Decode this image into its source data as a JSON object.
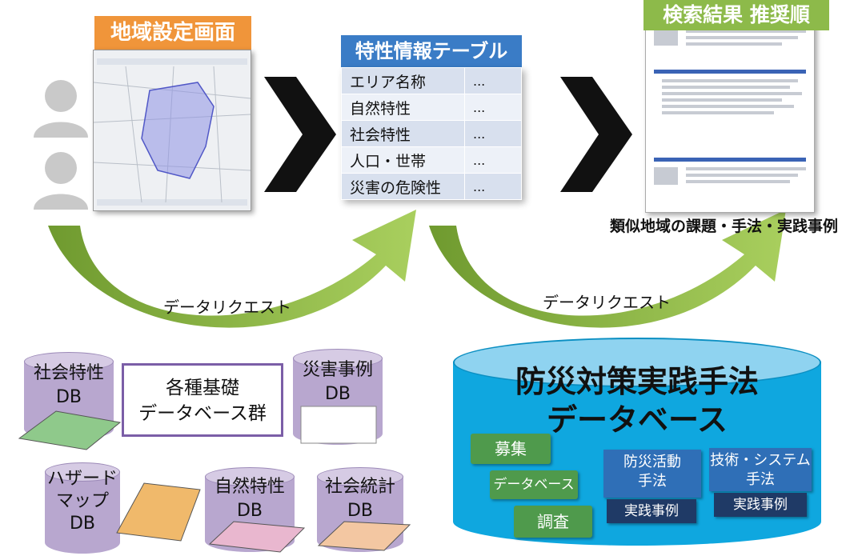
{
  "steps": {
    "area_settings": "地域設定画面",
    "attribute_table_title": "特性情報テーブル",
    "search_results": "検索結果 推奨順"
  },
  "attribute_table": [
    {
      "label": "エリア名称",
      "value": "..."
    },
    {
      "label": "自然特性",
      "value": "..."
    },
    {
      "label": "社会特性",
      "value": "..."
    },
    {
      "label": "人口・世帯",
      "value": "..."
    },
    {
      "label": "災害の危険性",
      "value": "..."
    }
  ],
  "results_caption": "類似地域の課題・手法・実践事例",
  "data_request_left": "データリクエスト",
  "data_request_right": "データリクエスト",
  "basic_db_group": {
    "line1": "各種基礎",
    "line2": "データベース群"
  },
  "databases": {
    "social_characteristics": {
      "line1": "社会特性",
      "line2": "DB"
    },
    "disaster_cases": {
      "line1": "災害事例",
      "line2": "DB"
    },
    "hazard_map": {
      "line1": "ハザード",
      "line2": "マップ",
      "line3": "DB"
    },
    "natural_characteristics": {
      "line1": "自然特性",
      "line2": "DB"
    },
    "social_statistics": {
      "line1": "社会統計",
      "line2": "DB"
    }
  },
  "practice_db": {
    "title_line1": "防災対策実践手法",
    "title_line2": "データベース",
    "recruit": "募集",
    "database": "データベース",
    "survey": "調査",
    "activity_method": {
      "line1": "防災活動",
      "line2": "手法"
    },
    "tech_system_method": {
      "line1": "技術・システム",
      "line2": "手法"
    },
    "practice_case_1": "実践事例",
    "practice_case_2": "実践事例"
  },
  "colors": {
    "orange": "#f0953a",
    "green": "#8dba4a",
    "blue": "#3a7cc6",
    "cyan": "#0fa7df",
    "purple": "#b8a7cf"
  }
}
